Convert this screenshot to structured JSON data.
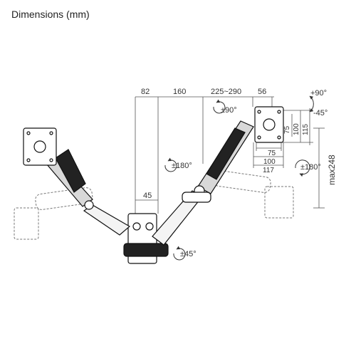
{
  "title": "Dimensions (mm)",
  "dimensions": {
    "arm_offset": "82",
    "arm1": "160",
    "arm2": "225~290",
    "plate_offset": "56",
    "arm_height": "45",
    "vesa_small": "75",
    "vesa_large": "100",
    "plate_width": "117",
    "plate_height": "115",
    "height_adjust": "max248"
  },
  "rotations": {
    "head_rotation": "±90°",
    "arm_swivel": "±180°",
    "tilt_up": "+90°",
    "tilt_down": "-45°",
    "screen_rotation": "±180°",
    "base_swivel": "±45°"
  }
}
